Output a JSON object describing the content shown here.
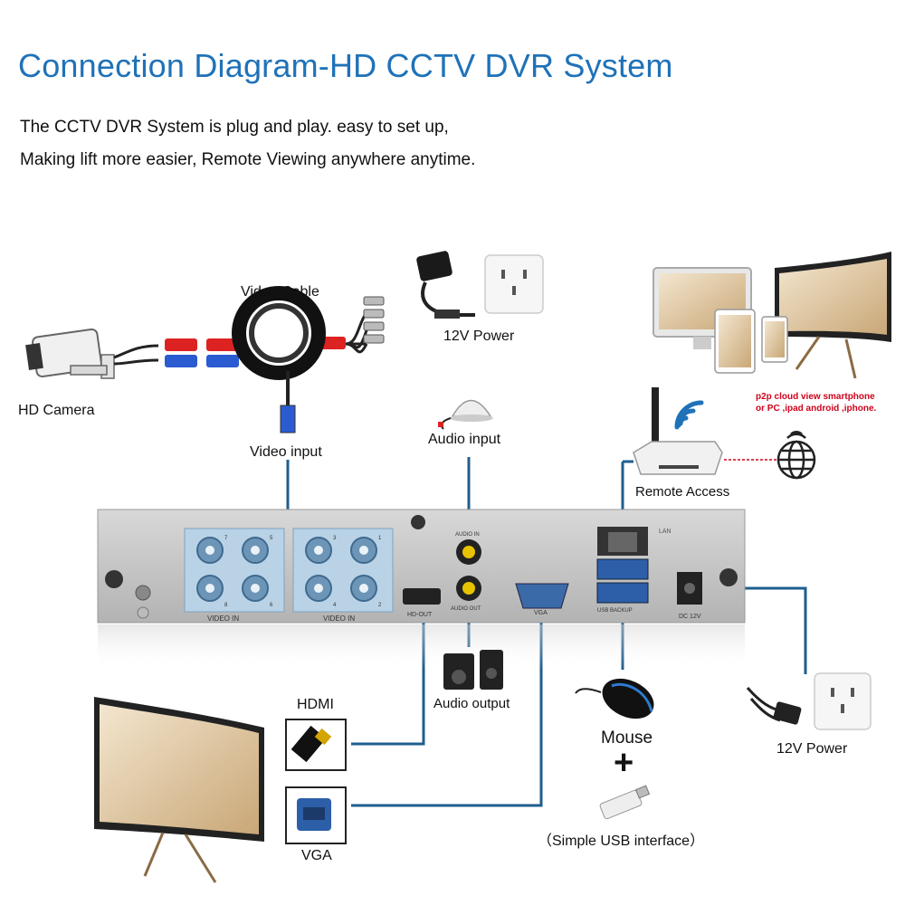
{
  "header": {
    "title": "Connection Diagram-HD CCTV DVR System",
    "line1": "The CCTV DVR System is plug and play. easy to set up,",
    "line2": "Making lift more easier, Remote Viewing anywhere anytime."
  },
  "labels": {
    "video_cable": "Video Cable",
    "power_top": "12V Power",
    "hd_camera": "HD Camera",
    "video_input": "Video input",
    "audio_input": "Audio input",
    "remote_access": "Remote Access",
    "p2p_line1": "p2p cloud view smartphone",
    "p2p_line2": "or PC ,ipad android ,iphone.",
    "hdmi": "HDMI",
    "vga": "VGA",
    "audio_output": "Audio output",
    "mouse": "Mouse",
    "plus": "+",
    "usb": "（Simple USB interface）",
    "power_bottom": "12V Power"
  },
  "dvr_panel": {
    "video_in_left": "VIDEO IN",
    "video_in_right": "VIDEO IN",
    "hd_out": "HD-OUT",
    "audio_in": "AUDIO IN",
    "audio_out": "AUDIO OUT",
    "vga": "VGA",
    "lan": "LAN",
    "usb": "USB BACKUP",
    "dc": "DC 12V",
    "ports_left": [
      "7",
      "5",
      "8",
      "6"
    ],
    "ports_right": [
      "3",
      "1",
      "4",
      "2"
    ]
  },
  "colors": {
    "title": "#1f72b8",
    "connector_line": "#1f5e8e",
    "bnc_port": "#b9d2e6",
    "panel": "#c9c9c9",
    "red_note": "#d0021b"
  },
  "icons": [
    "camera-icon",
    "power-adapter-icon",
    "wall-socket-icon",
    "cable-reel-icon",
    "microphone-icon",
    "router-icon",
    "wifi-icon",
    "globe-icon",
    "monitor-icon",
    "speaker-icon",
    "mouse-icon",
    "usb-drive-icon",
    "hdmi-connector-icon",
    "vga-connector-icon",
    "dc-cable-icon"
  ]
}
